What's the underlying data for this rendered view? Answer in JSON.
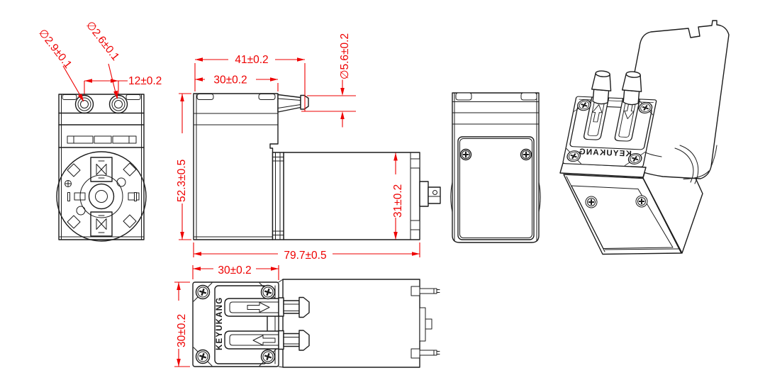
{
  "drawing": {
    "brand": "KEYUKANG",
    "brand_iso": "KEYUKANG",
    "dims": {
      "d29": "∅2.9±0.1",
      "d26": "∅2.6±0.1",
      "d12": "12±0.2",
      "d41": "41±0.2",
      "d30_depth": "30±0.2",
      "d56": "∅5.6±0.2",
      "d523": "52.3±0.5",
      "d31": "31±0.2",
      "d797": "79.7±0.5",
      "d30_width": "30±0.2",
      "d30_height": "30±0.2"
    },
    "colors": {
      "dimension_red": "#ee0000",
      "line_black": "#1c1c1c",
      "background": "#ffffff"
    }
  }
}
